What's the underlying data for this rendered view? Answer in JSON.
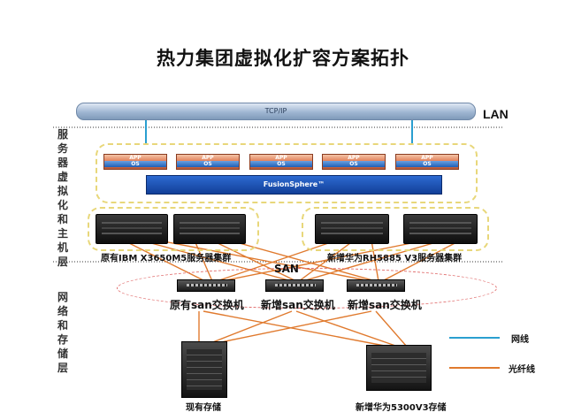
{
  "title": "热力集团虚拟化扩容方案拓扑",
  "network": {
    "bus_label": "TCP/IP",
    "lan_label": "LAN",
    "san_label": "SAN"
  },
  "sections": {
    "top_label": "服务器虚拟化和主机层",
    "bottom_label": "网络和存储层"
  },
  "virtualization": {
    "vm_top": "APP",
    "vm_bottom": "OS",
    "vms": [
      "vm1",
      "vm2",
      "vm3",
      "vm4",
      "vm5"
    ],
    "platform": "FusionSphere™"
  },
  "server_groups": [
    {
      "label": "原有IBM X3650M5服务器集群"
    },
    {
      "label": "新增华为RH5885 V3服务器集群"
    }
  ],
  "switches": [
    {
      "label": "原有san交换机"
    },
    {
      "label": "新增san交换机"
    },
    {
      "label": "新增san交换机"
    }
  ],
  "storage": [
    {
      "label": "现有存储"
    },
    {
      "label": "新增华为5300V3存储"
    }
  ],
  "legend": [
    {
      "label": "网线",
      "color": "#2a9fd0"
    },
    {
      "label": "光纤线",
      "color": "#e07a2e"
    }
  ],
  "colors": {
    "network_cable": "#2a9fd0",
    "fiber_cable": "#e07a2e",
    "group_border": "#e8d77a",
    "san_ellipse": "#e06a6a"
  }
}
